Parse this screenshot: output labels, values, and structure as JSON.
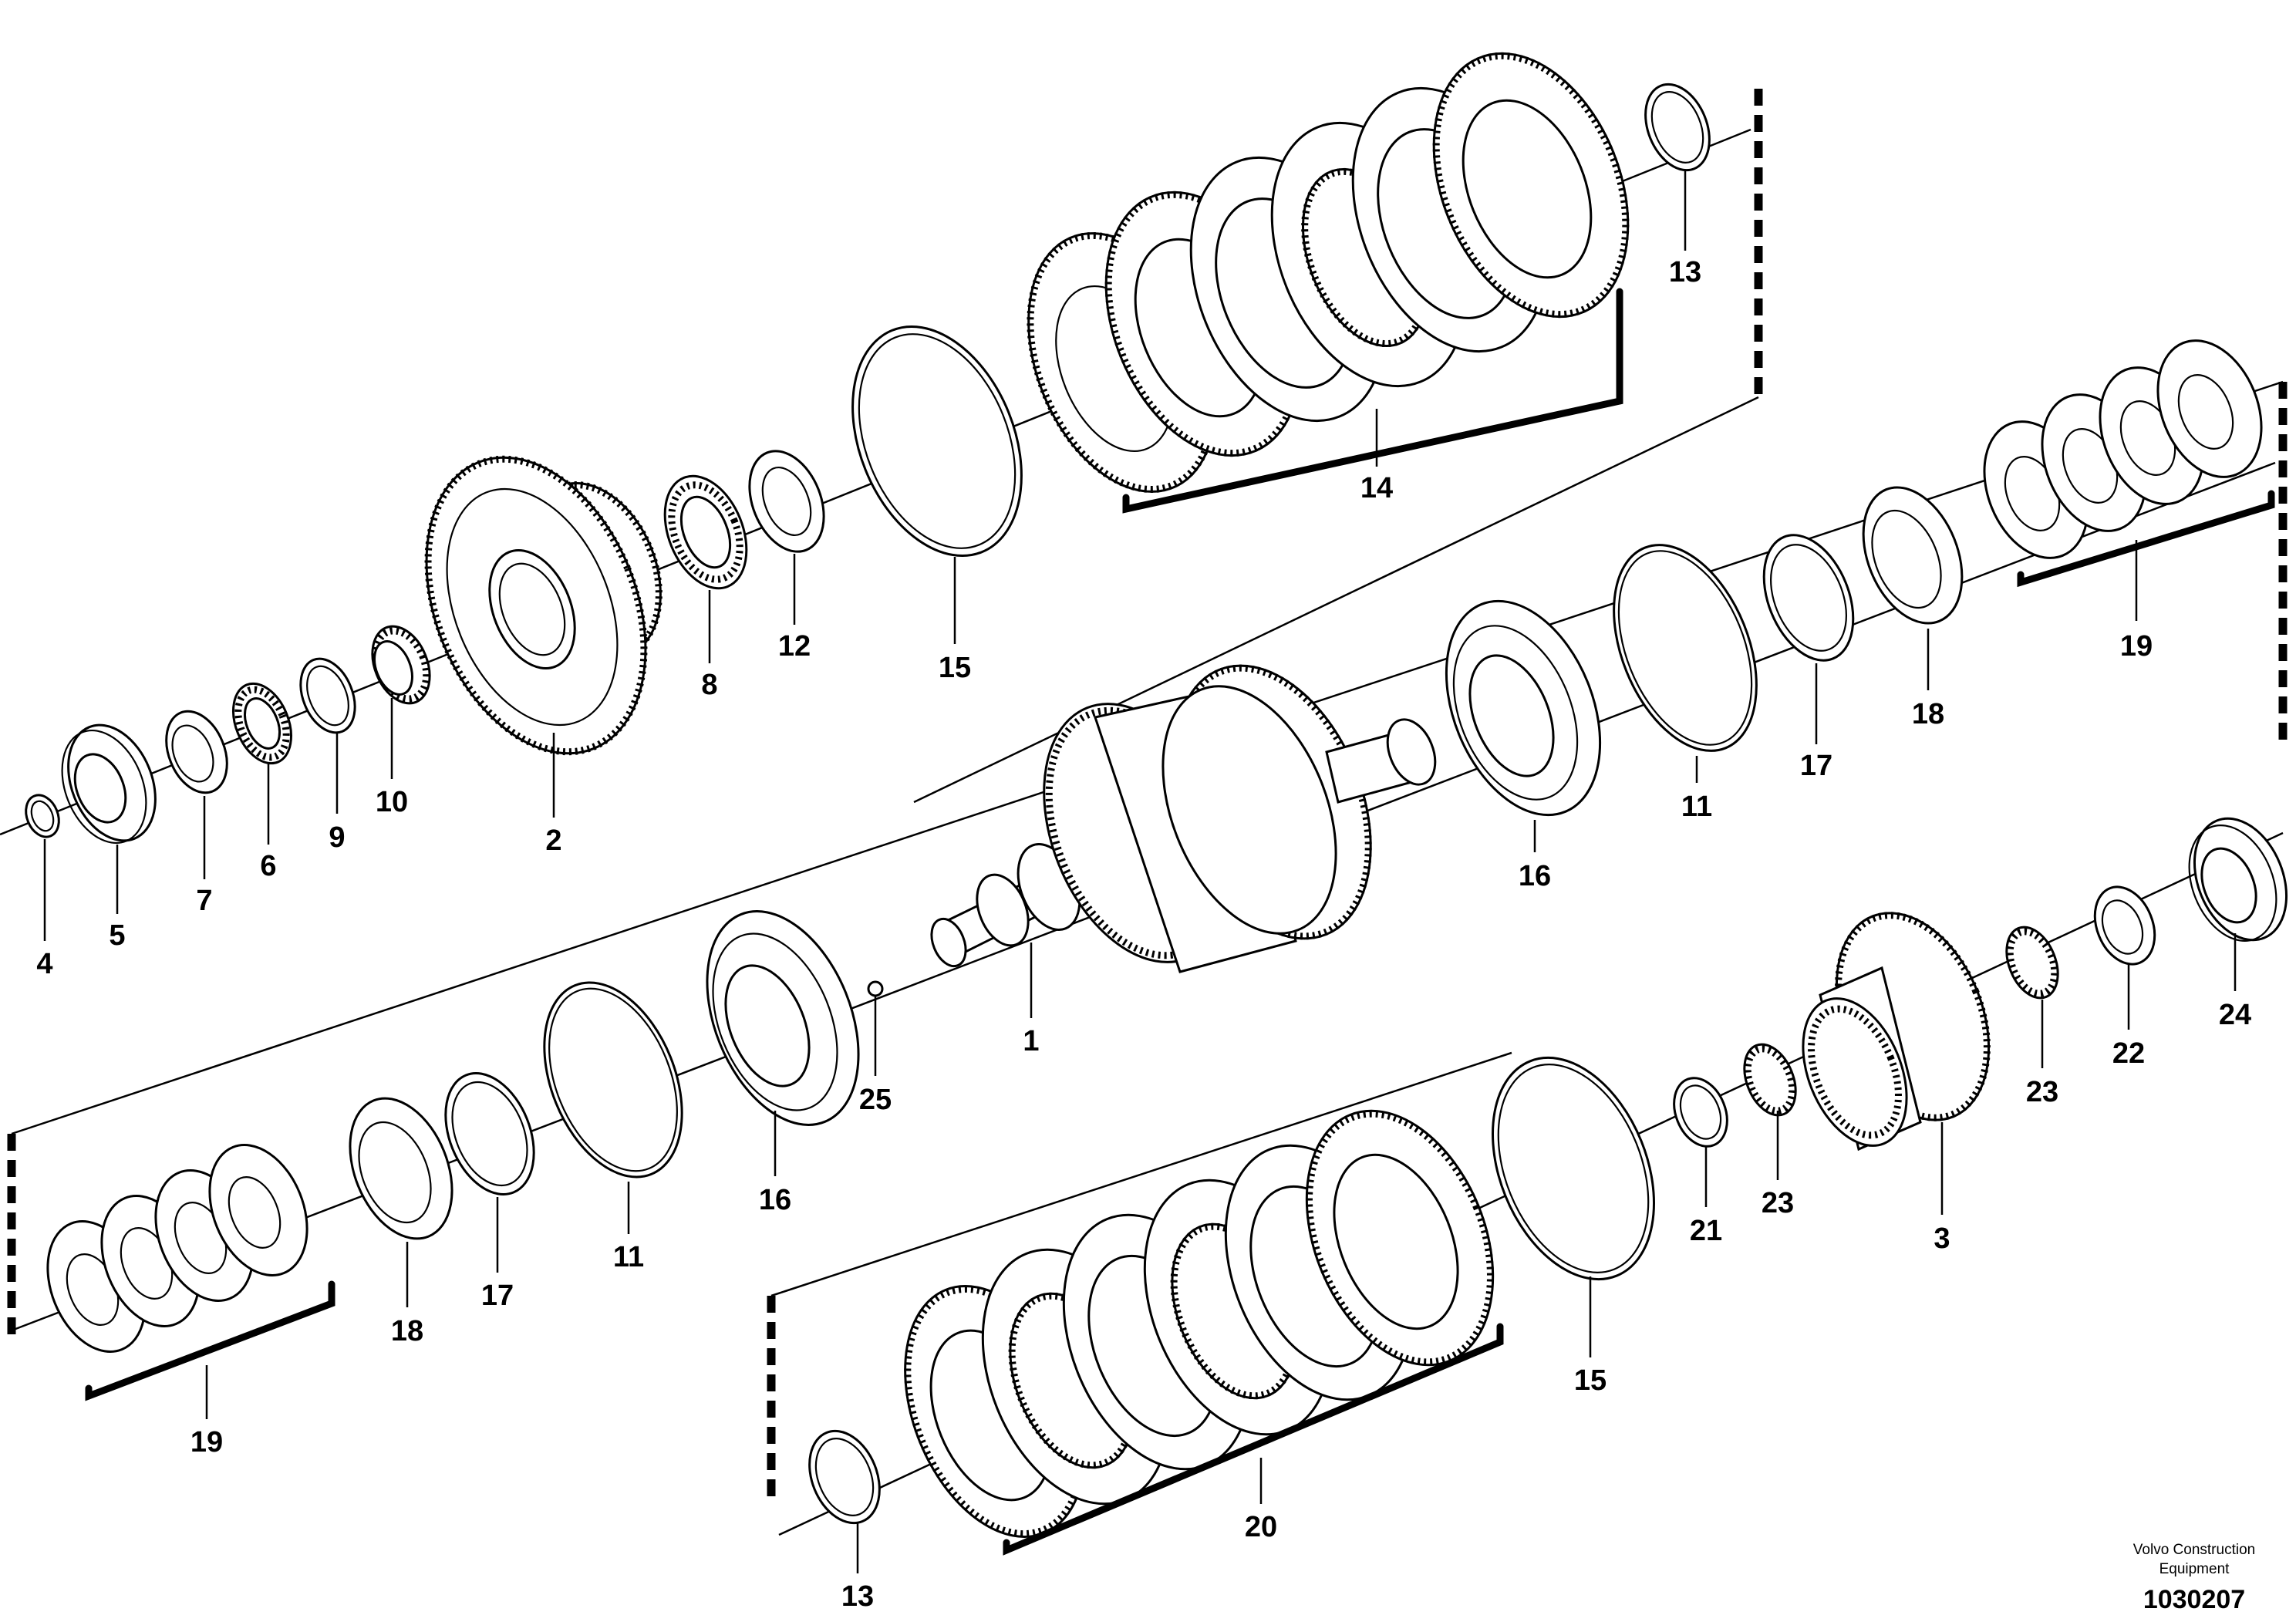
{
  "diagram": {
    "callouts": [
      {
        "id": "c4",
        "label": "4"
      },
      {
        "id": "c5",
        "label": "5"
      },
      {
        "id": "c7",
        "label": "7"
      },
      {
        "id": "c6",
        "label": "6"
      },
      {
        "id": "c9",
        "label": "9"
      },
      {
        "id": "c10",
        "label": "10"
      },
      {
        "id": "c2",
        "label": "2"
      },
      {
        "id": "c8",
        "label": "8"
      },
      {
        "id": "c12",
        "label": "12"
      },
      {
        "id": "c15a",
        "label": "15"
      },
      {
        "id": "c14",
        "label": "14"
      },
      {
        "id": "c13a",
        "label": "13"
      },
      {
        "id": "c19a",
        "label": "19"
      },
      {
        "id": "c18a",
        "label": "18"
      },
      {
        "id": "c17a",
        "label": "17"
      },
      {
        "id": "c11a",
        "label": "11"
      },
      {
        "id": "c16a",
        "label": "16"
      },
      {
        "id": "c1",
        "label": "1"
      },
      {
        "id": "c25",
        "label": "25"
      },
      {
        "id": "c16b",
        "label": "16"
      },
      {
        "id": "c11b",
        "label": "11"
      },
      {
        "id": "c17b",
        "label": "17"
      },
      {
        "id": "c18b",
        "label": "18"
      },
      {
        "id": "c19b",
        "label": "19"
      },
      {
        "id": "c24",
        "label": "24"
      },
      {
        "id": "c22",
        "label": "22"
      },
      {
        "id": "c23a",
        "label": "23"
      },
      {
        "id": "c3",
        "label": "3"
      },
      {
        "id": "c23b",
        "label": "23"
      },
      {
        "id": "c21",
        "label": "21"
      },
      {
        "id": "c15b",
        "label": "15"
      },
      {
        "id": "c20",
        "label": "20"
      },
      {
        "id": "c13b",
        "label": "13"
      }
    ]
  },
  "footer": {
    "brand_line1": "Volvo Construction",
    "brand_line2": "Equipment",
    "drawing_number": "1030207"
  }
}
